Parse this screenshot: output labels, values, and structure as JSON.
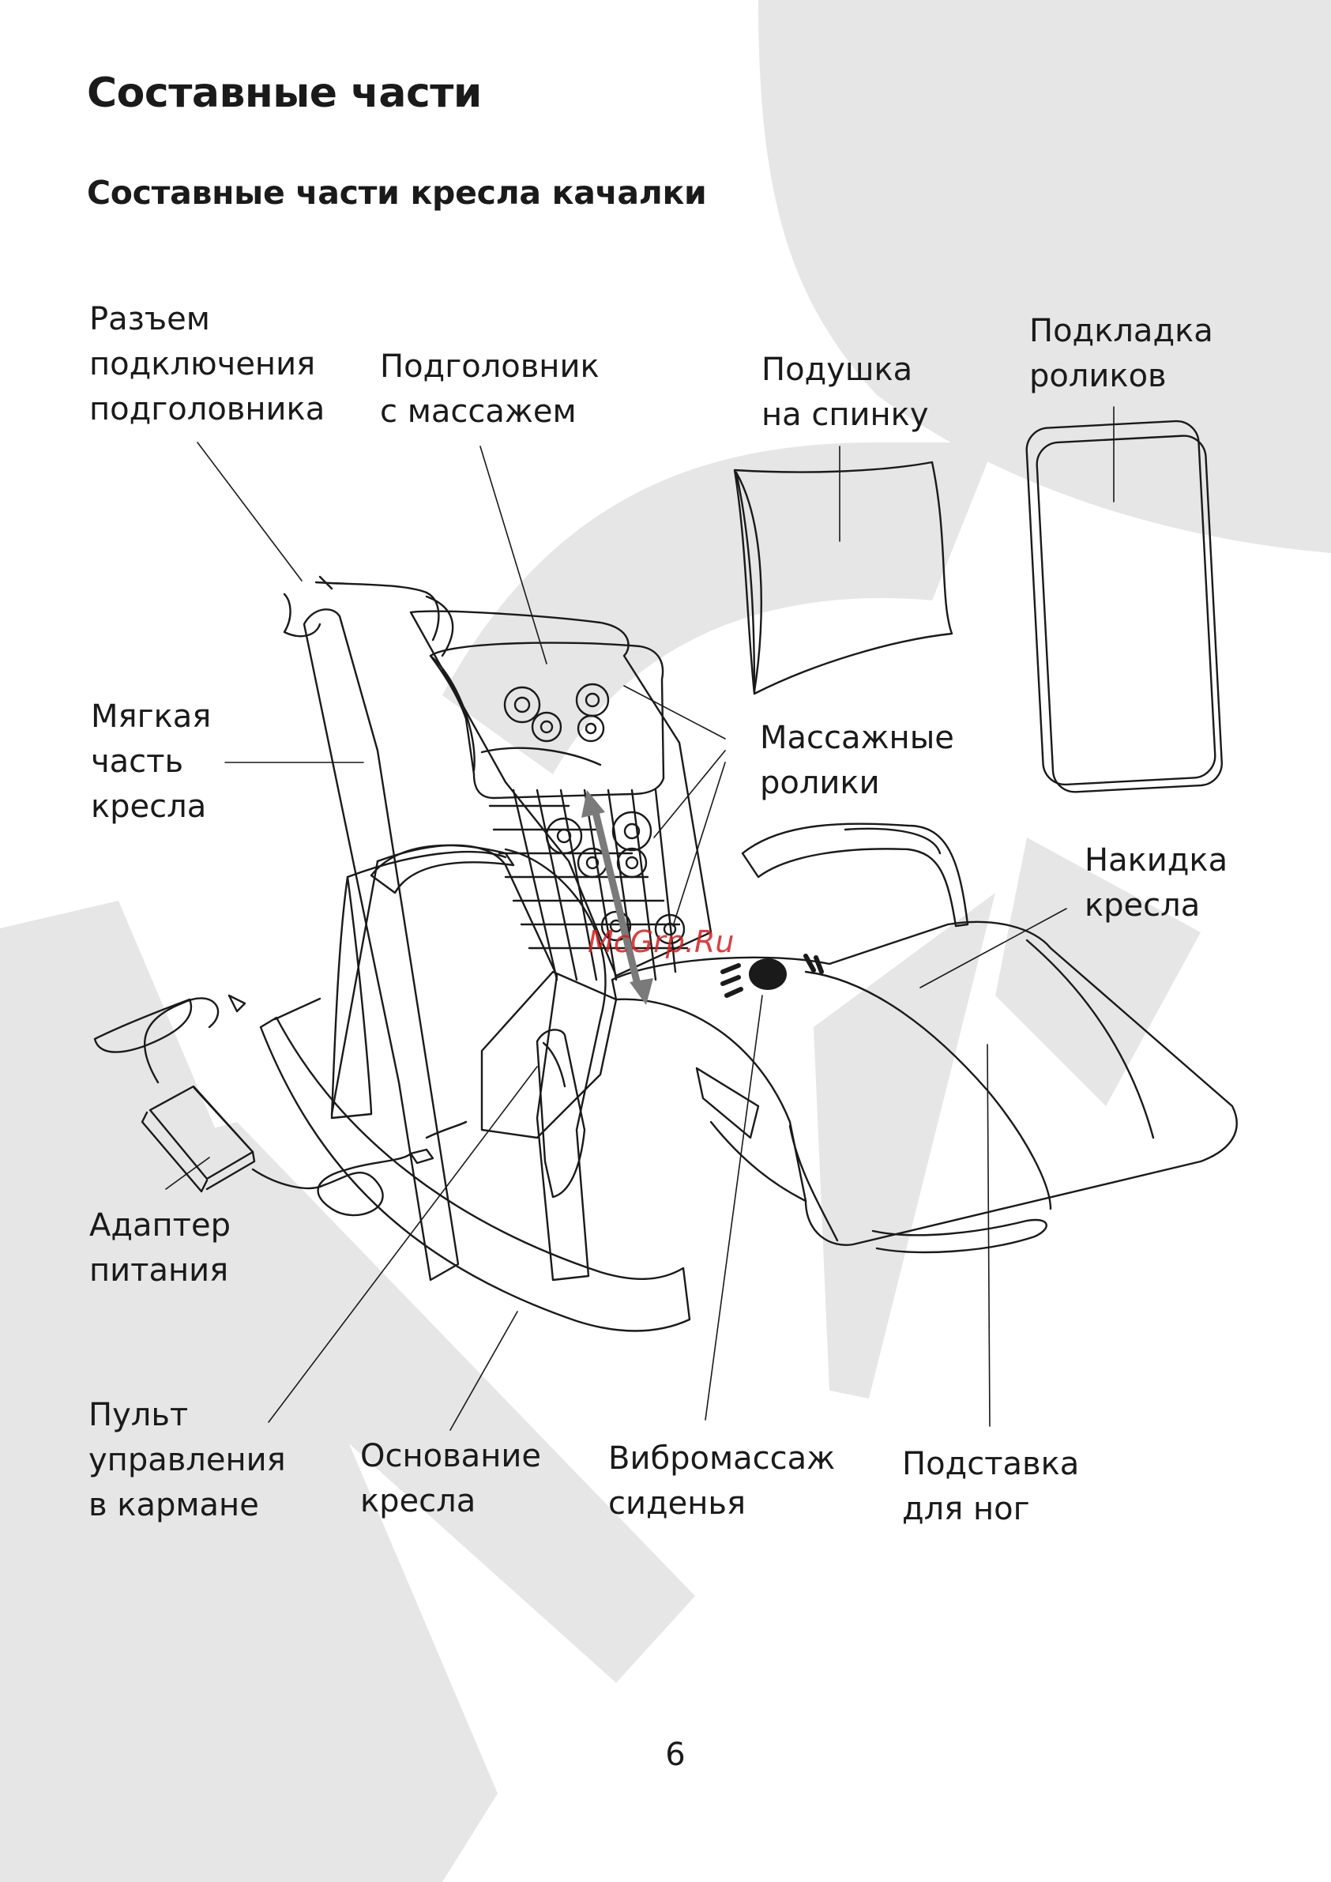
{
  "page": {
    "title": "Составные части",
    "subtitle": "Составные части кресла качалки",
    "page_number": "6",
    "watermark": "McGrp.Ru"
  },
  "labels": {
    "headrest_connector": [
      "Разъем",
      "подключения",
      "подголовника"
    ],
    "headrest_massage": [
      "Подголовник",
      "с массажем"
    ],
    "back_cushion": [
      "Подушка",
      "на спинку"
    ],
    "roller_pad": [
      "Подкладка",
      "роликов"
    ],
    "soft_part": [
      "Мягкая",
      "часть",
      "кресла"
    ],
    "massage_rollers": [
      "Массажные",
      "ролики"
    ],
    "chair_cover": [
      "Накидка",
      "кресла"
    ],
    "power_adapter": [
      "Адаптер",
      "питания"
    ],
    "remote_in_pocket": [
      "Пульт",
      "управления",
      "в кармане"
    ],
    "chair_base": [
      "Основание",
      "кресла"
    ],
    "seat_vibromassage": [
      "Вибромассаж",
      "сиденья"
    ],
    "footrest": [
      "Подставка",
      "для ног"
    ]
  },
  "colors": {
    "background_logo": "#e6e6e6",
    "line": "#1a1a1a",
    "roller_arrow": "#7a7a7a",
    "watermark": "#d22020"
  }
}
